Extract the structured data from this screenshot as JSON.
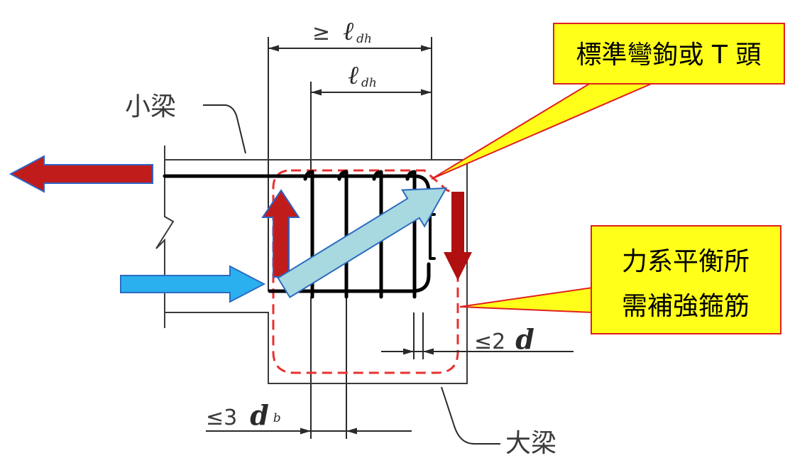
{
  "dimensions": {
    "outer": {
      "prefix": "≥",
      "symbol": "ℓ",
      "subscript": "dh"
    },
    "inner": {
      "symbol": "ℓ",
      "subscript": "dh"
    },
    "cover": {
      "prefix": "≤2",
      "variable": "d"
    },
    "spacing": {
      "prefix": "≤3",
      "variable": "d",
      "subscript": "b"
    }
  },
  "labels": {
    "small_beam": "小梁",
    "main_beam": "大梁"
  },
  "callouts": {
    "hook": {
      "text": "標準彎鉤或 T 頭"
    },
    "stirrups": {
      "line1": "力系平衡所",
      "line2": "需補強箍筋"
    }
  },
  "colors": {
    "callout_fill": "#ffff1a",
    "tension_arrow": "#c01c1c",
    "vertical_tension_arrow": "#b01010",
    "compression_arrow": "#2ab0ef",
    "strut_arrow": "#a8d8e0"
  }
}
